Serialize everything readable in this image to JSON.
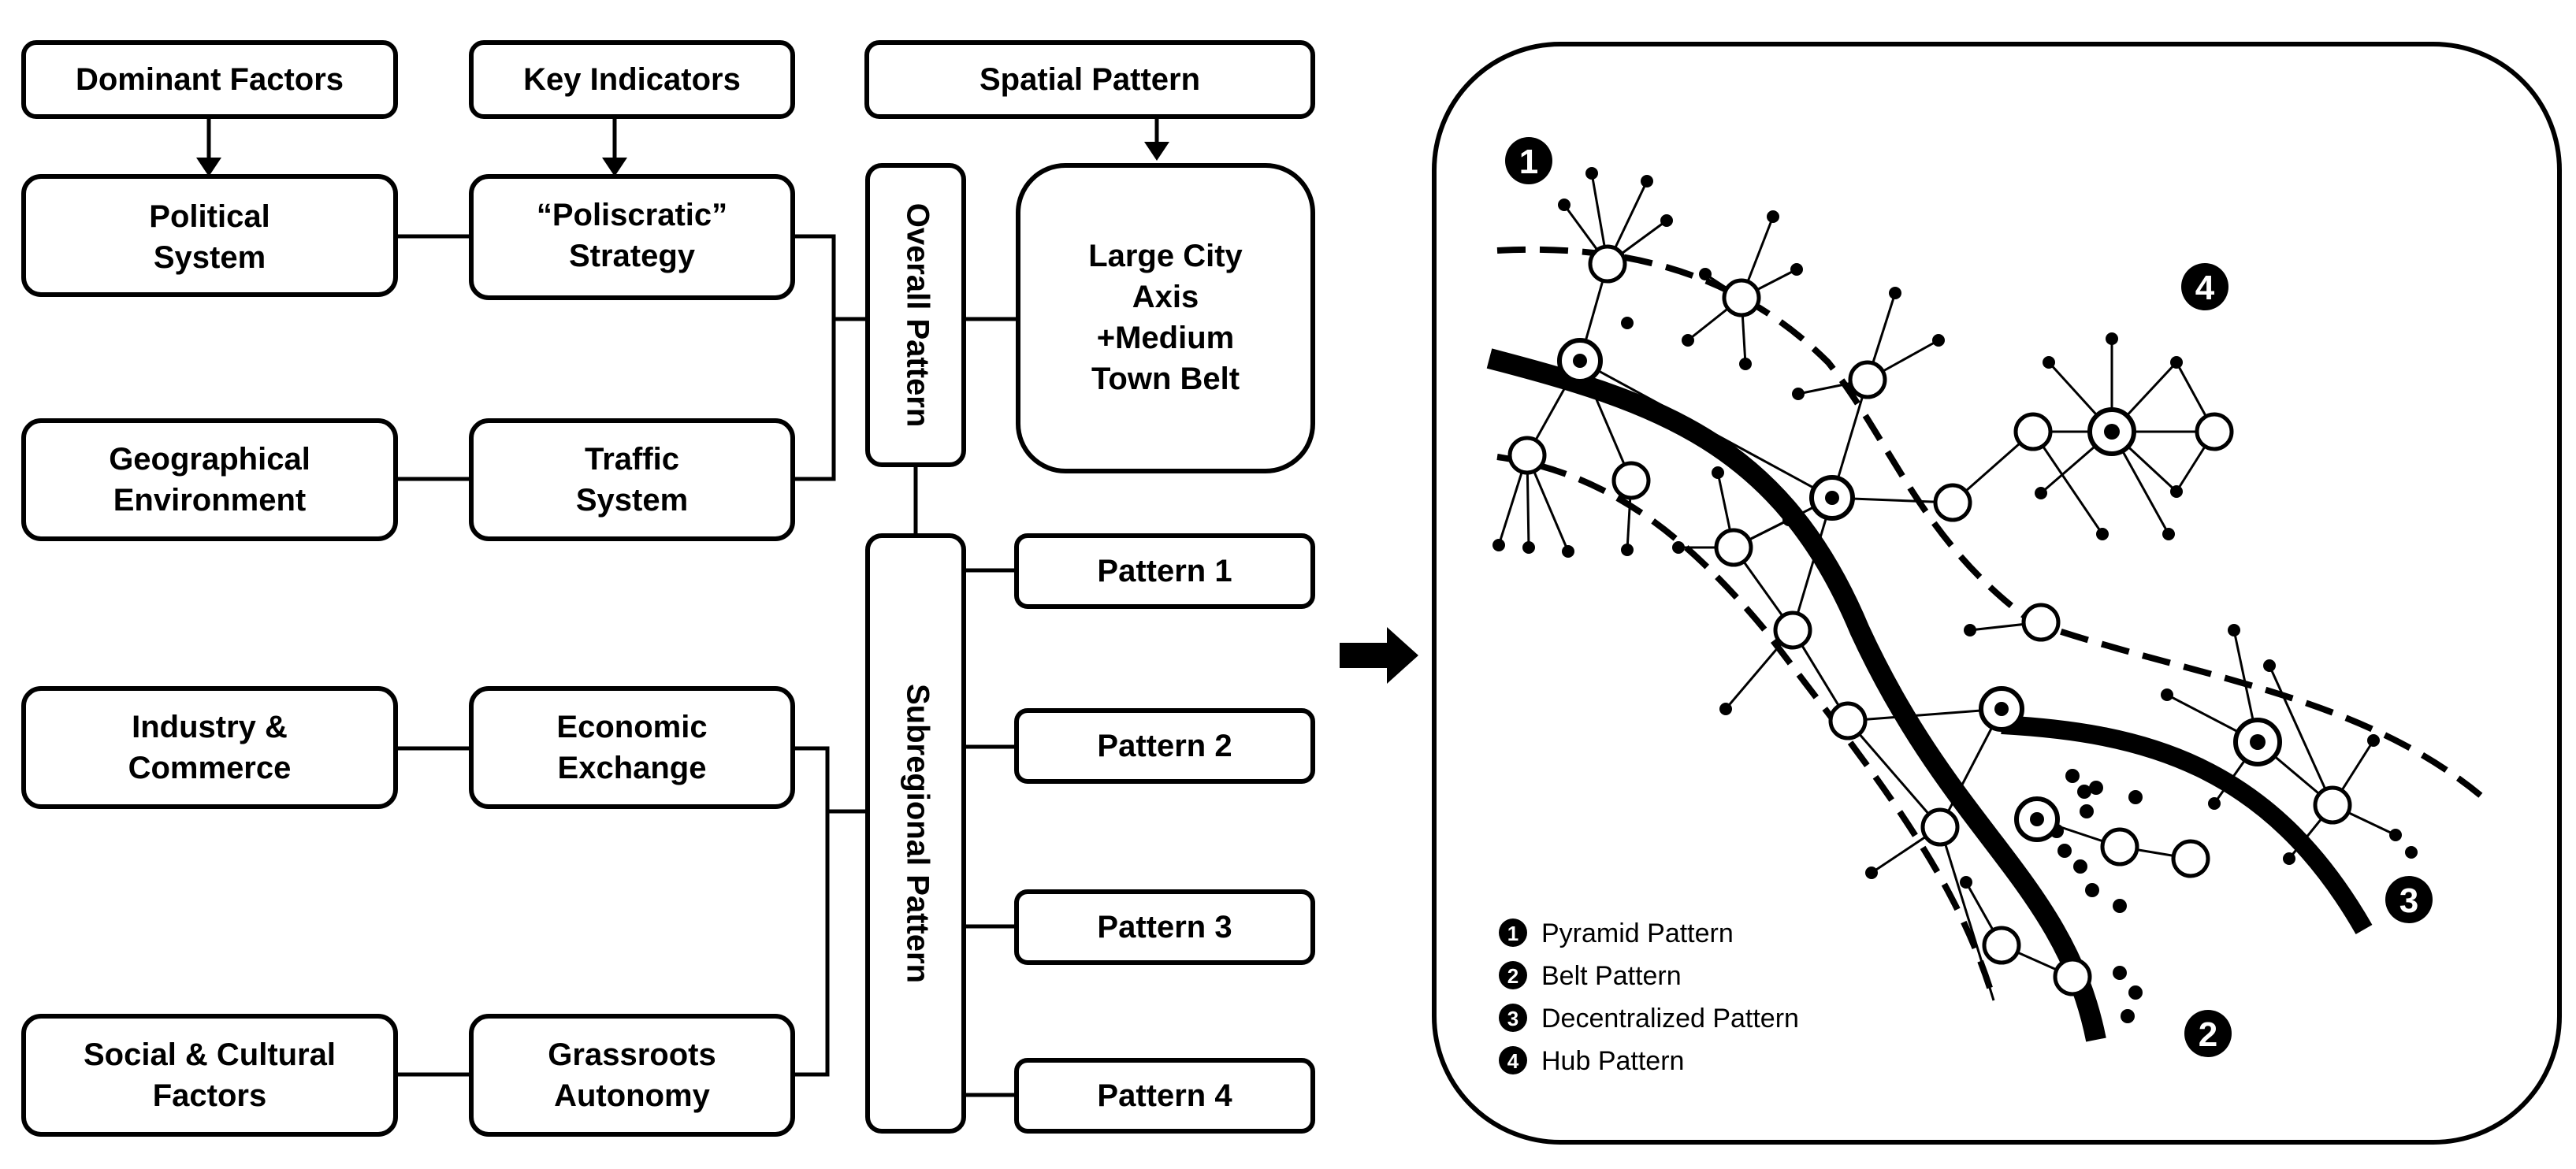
{
  "headers": {
    "dominant_factors": "Dominant Factors",
    "key_indicators": "Key Indicators",
    "spatial_pattern": "Spatial Pattern"
  },
  "factors": {
    "political_system": [
      "Political",
      "System"
    ],
    "geographical_environment": [
      "Geographical",
      "Environment"
    ],
    "industry_commerce": [
      "Industry &",
      "Commerce"
    ],
    "social_cultural": [
      "Social & Cultural",
      "Factors"
    ]
  },
  "indicators": {
    "poliscratic_strategy": [
      "“Poliscratic”",
      "Strategy"
    ],
    "traffic_system": [
      "Traffic",
      "System"
    ],
    "economic_exchange": [
      "Economic",
      "Exchange"
    ],
    "grassroots_autonomy": [
      "Grassroots",
      "Autonomy"
    ]
  },
  "groups": {
    "overall_pattern": "Overall Pattern",
    "subregional_pattern": "Subregional Pattern"
  },
  "outcomes": {
    "large_city_axis": [
      "Large City",
      "Axis",
      "+Medium",
      "Town Belt"
    ],
    "pattern_1": "Pattern 1",
    "pattern_2": "Pattern 2",
    "pattern_3": "Pattern 3",
    "pattern_4": "Pattern 4"
  },
  "map": {
    "badges": [
      "1",
      "2",
      "3",
      "4"
    ],
    "legend": [
      {
        "num": "1",
        "label": "Pyramid Pattern"
      },
      {
        "num": "2",
        "label": "Belt Pattern"
      },
      {
        "num": "3",
        "label": "Decentralized Pattern"
      },
      {
        "num": "4",
        "label": "Hub Pattern"
      }
    ]
  },
  "colors": {
    "stroke": "#000000",
    "background": "#ffffff"
  }
}
